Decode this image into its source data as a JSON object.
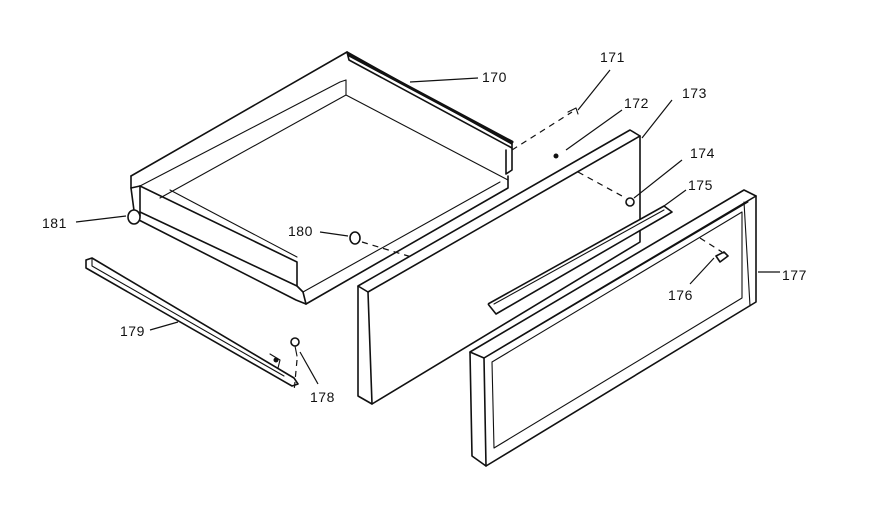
{
  "callouts": {
    "c170": "170",
    "c171": "171",
    "c172": "172",
    "c173": "173",
    "c174": "174",
    "c175": "175",
    "c176": "176",
    "c177": "177",
    "c178": "178",
    "c179": "179",
    "c180": "180",
    "c181": "181"
  }
}
